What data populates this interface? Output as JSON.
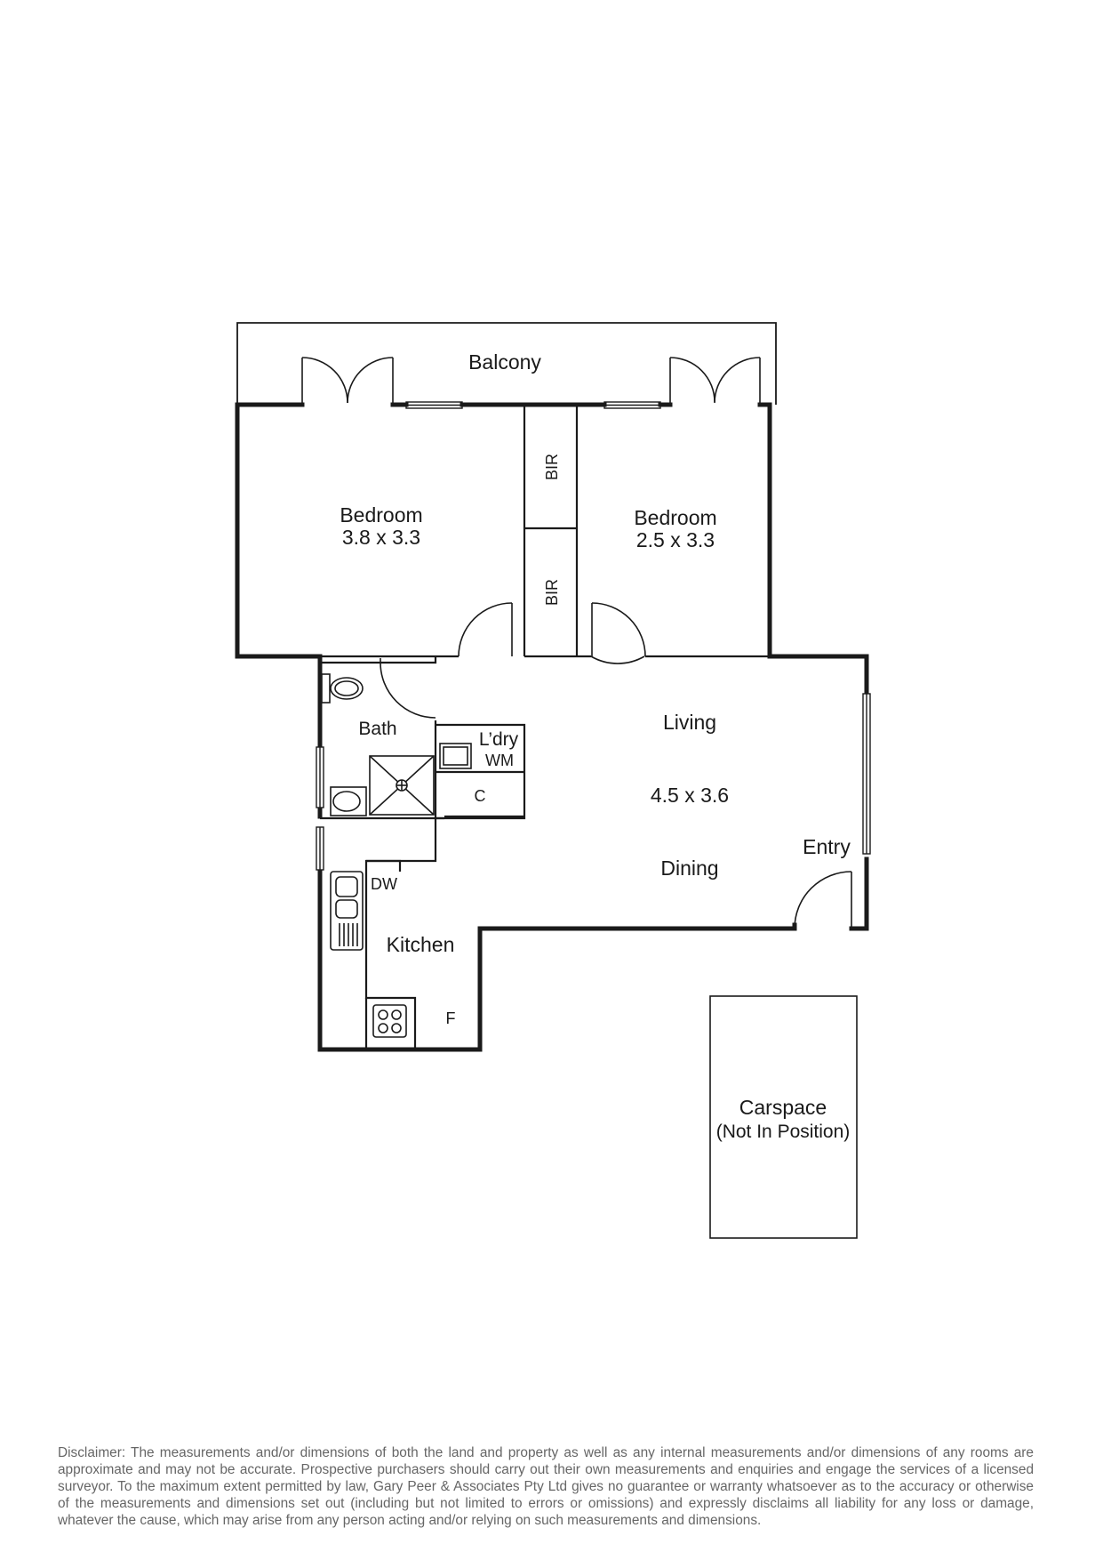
{
  "rooms": {
    "balcony": {
      "name": "Balcony"
    },
    "bedroom1": {
      "name": "Bedroom",
      "size": "3.8 x 3.3"
    },
    "bedroom2": {
      "name": "Bedroom",
      "size": "2.5 x 3.3"
    },
    "bir_top": {
      "name": "BIR"
    },
    "bir_bottom": {
      "name": "BIR"
    },
    "bath": {
      "name": "Bath"
    },
    "laundry": {
      "name": "L’dry",
      "appliance": "WM"
    },
    "cupboard": {
      "name": "C"
    },
    "living": {
      "name": "Living",
      "size": "4.5 x 3.6"
    },
    "dining": {
      "name": "Dining"
    },
    "entry": {
      "name": "Entry"
    },
    "kitchen": {
      "name": "Kitchen",
      "dishwasher": "DW",
      "fridge": "F"
    },
    "carspace": {
      "name": "Carspace",
      "note": "(Not In Position)"
    }
  },
  "disclaimer": "Disclaimer: The measurements and/or dimensions of both the land and property as well as any internal measurements and/or dimensions of any rooms are approximate and may not be accurate. Prospective purchasers should carry out their own measurements and enquiries and engage the services of a licensed surveyor. To the maximum extent permitted by law, Gary Peer & Associates Pty Ltd gives no guarantee or warranty whatsoever as to the accuracy or otherwise of the measurements and dimensions set out (including but not limited to errors or omissions) and expressly disclaims all liability for any loss or damage, whatever the cause, which may arise from any person acting and/or relying on such measurements and dimensions."
}
